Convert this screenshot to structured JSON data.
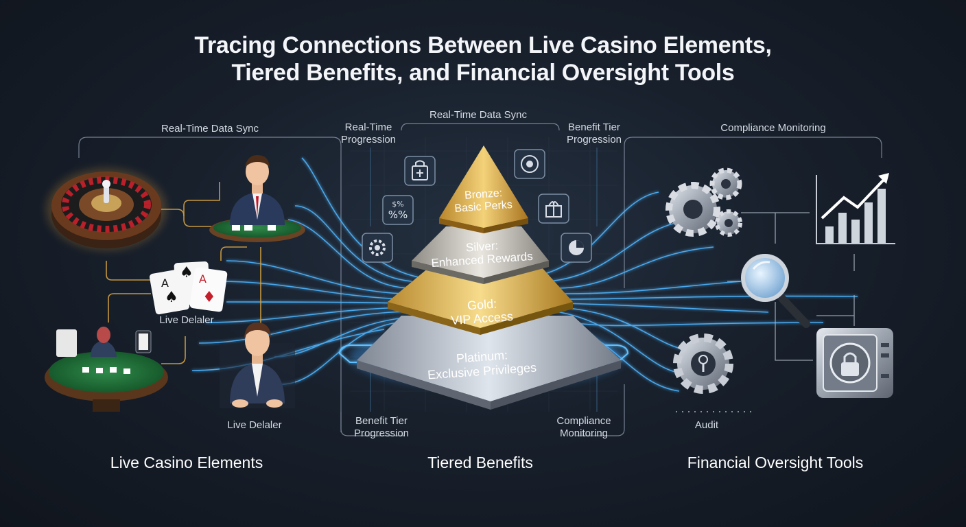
{
  "title": {
    "line1": "Tracing Connections Between Live Casino Elements,",
    "line2": "Tiered Benefits, and Financial Oversight Tools"
  },
  "sections": {
    "left": "Live Casino Elements",
    "center": "Tiered Benefits",
    "right": "Financial Oversight Tools"
  },
  "labels": {
    "left_top": "Real-Time Data Sync",
    "center_top": "Real-Time Data Sync",
    "center_left_top_1": "Real-Time",
    "center_left_top_2": "Progression",
    "center_right_top_1": "Benefit Tier",
    "center_right_top_2": "Progression",
    "right_top": "Compliance Monitoring",
    "center_left_bottom_1": "Benefit Tier",
    "center_left_bottom_2": "Progression",
    "center_right_bottom_1": "Compliance",
    "center_right_bottom_2": "Monitoring",
    "dealer_1": "Live Delaler",
    "dealer_2": "Live Delaler",
    "audit": "Audit"
  },
  "tiers": [
    {
      "name": "Bronze:",
      "desc": "Basic Perks"
    },
    {
      "name": "Silver:",
      "desc": "Enhanced Rewards"
    },
    {
      "name": "Gold:",
      "desc": "VIP Access"
    },
    {
      "name": "Platinum:",
      "desc": "Exclusive Privileges"
    }
  ],
  "icons": {
    "percent_text": "%%",
    "percent_small": "$%"
  },
  "colors": {
    "line_glow": "#4fb6ff",
    "gold_line": "#d9a441",
    "bronze": "#e0b04a",
    "silver": "#c9c7c2",
    "gold": "#e6b94d",
    "platinum": "#b9bfc8"
  }
}
